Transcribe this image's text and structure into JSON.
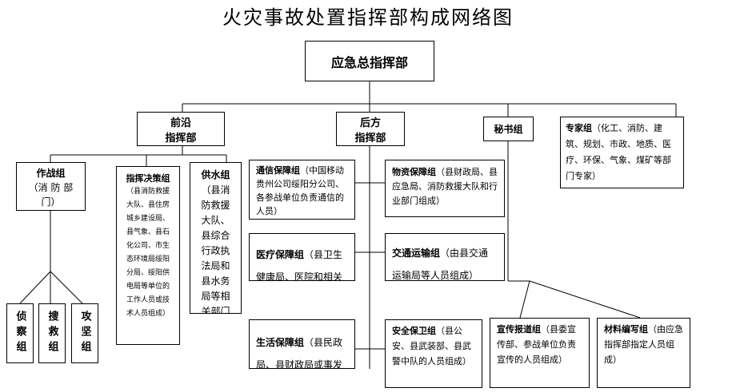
{
  "title": "火灾事故处置指挥部构成网络图",
  "top": "应急总指挥部",
  "front": {
    "line1": "前沿",
    "line2": "指挥部"
  },
  "rear": {
    "line1": "后方",
    "line2": "指挥部"
  },
  "secretary": "秘书组",
  "expert": {
    "name": "专家组",
    "desc": "（化工、消防、建筑、规划、市政、地质、医疗、环保、气象、煤矿等部门专家）"
  },
  "combat": {
    "name": "作战组",
    "desc": "（消 防 部门）"
  },
  "decision": {
    "name": "指挥决策组",
    "desc": "（县消防救援大队、县住房城乡建设局、县气象、县石化公司、市生态环境局绥阳分局、绥阳供电局等单位的工作人员或技术人员组成）"
  },
  "water": {
    "name": "供水组",
    "desc": "（县消防救援大队、县综合行政执法局和县水务局等相关部门人员组成）"
  },
  "sub": [
    {
      "name": "侦察组"
    },
    {
      "name": "搜救组"
    },
    {
      "name": "攻坚组"
    }
  ],
  "comm": {
    "name": "通信保障组",
    "desc": "（中国移动贵州公司绥阳分公司、各参战单位负责通信的人员）"
  },
  "medical": {
    "name": "医疗保障组",
    "desc": "（县卫生健康局、医院和相关医"
  },
  "life": {
    "name": "生活保障组",
    "desc": "（县民政局、县财政局或事发"
  },
  "material": {
    "name": "物资保障组",
    "desc": "（县财政局、县应急局、消防救援大队和行业部门组成）"
  },
  "traffic": {
    "name": "交通运输组",
    "desc": "（由县交通运输局等人员组成）"
  },
  "security": {
    "name": "安全保卫组",
    "desc": "（县公安、县武装部、县武警中队的人员组成）"
  },
  "publicity": {
    "name": "宣传报道组",
    "desc": "（县委宣传部、参战单位负责宣传的人员组成）"
  },
  "writing": {
    "name": "材料编写组",
    "desc": "（由应急指挥部指定人员组成）"
  }
}
